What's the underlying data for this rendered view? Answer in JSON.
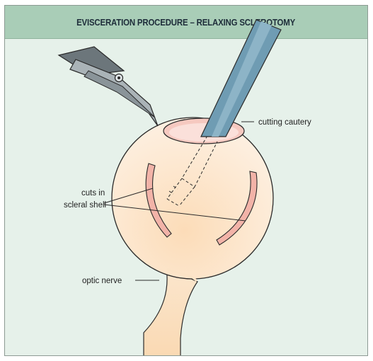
{
  "title": "EVISCERATION PROCEDURE – RELAXING SCLEROTOMY",
  "labels": {
    "cutting_cautery": "cutting cautery",
    "cuts_line1": "cuts in",
    "cuts_line2": "scleral shell",
    "optic_nerve": "optic nerve"
  },
  "colors": {
    "background": "#e6f1ea",
    "header": "#a9cdb7",
    "globe": "#fbe3c6",
    "incision": "#f2b3a8",
    "cautery": "#6f9cb3",
    "scissors": "#8a9499"
  }
}
